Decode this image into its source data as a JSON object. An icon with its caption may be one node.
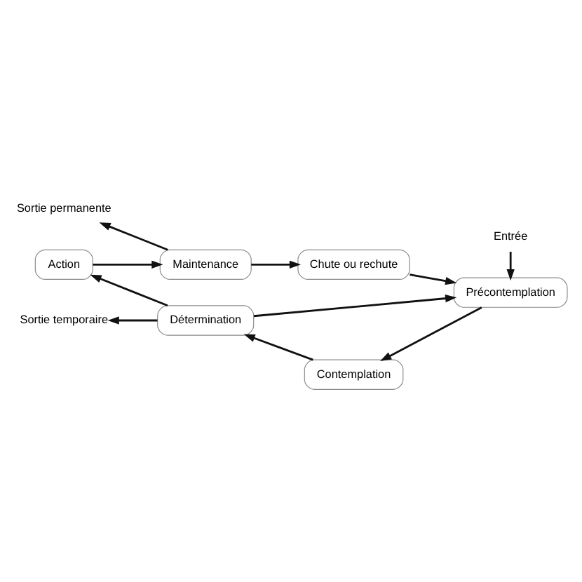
{
  "diagram": {
    "nodes": [
      {
        "text": [
          "Sortie permanente"
        ]
      },
      {
        "text": [
          "Entrée"
        ]
      },
      {
        "text": [
          "Maintenance"
        ]
      },
      {
        "text": [
          "Chute ou rechute"
        ]
      },
      {
        "text": [
          "Action"
        ]
      },
      {
        "text": [
          "Précontemplation"
        ]
      },
      {
        "text": [
          "Détermination"
        ]
      },
      {
        "text": [
          "Contemplation"
        ]
      },
      {
        "text": [
          "Sortie temporaire"
        ]
      }
    ],
    "edges": [
      {
        "from": 2,
        "to": 0,
        "arrow": "to"
      },
      {
        "from": 1,
        "to": 5,
        "arrow": "to"
      },
      {
        "from": 2,
        "to": 3,
        "arrow": "to"
      },
      {
        "from": 3,
        "to": 5,
        "arrow": "to"
      },
      {
        "from": 5,
        "to": 7,
        "arrow": "to"
      },
      {
        "from": 7,
        "to": 6,
        "arrow": "to"
      },
      {
        "from": 6,
        "to": 4,
        "arrow": "to"
      },
      {
        "from": 4,
        "to": 2,
        "arrow": "to"
      },
      {
        "from": 6,
        "to": 8,
        "arrow": "to"
      },
      {
        "from": 6,
        "to": 5,
        "arrow": "to"
      }
    ]
  }
}
